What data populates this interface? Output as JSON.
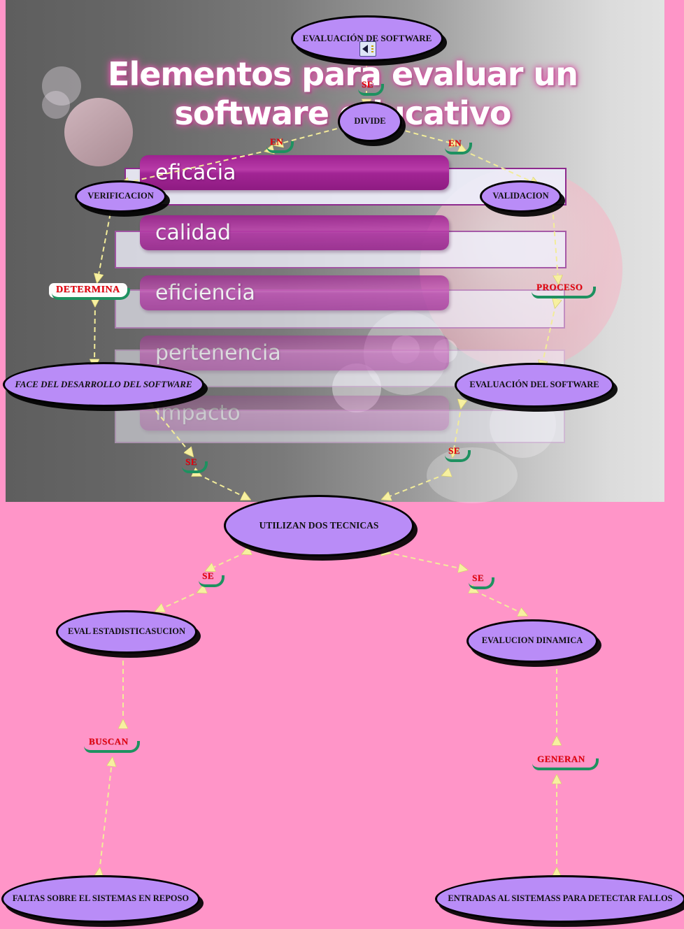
{
  "page": {
    "title": "Elementos para evaluar un software educativo",
    "background_pink": "#FF95C8",
    "background_gray_left": "#5e5e5e",
    "background_gray_right": "#e2e2e2",
    "ellipse_fill": "#B98CF7",
    "bar_fill": "#9E1F8E",
    "label_color": "#E8000D",
    "swoosh_color": "#1e9160"
  },
  "root_node": {
    "label": "EVALUACIÓN DE SOFTWARE",
    "icon": "speaker-icon"
  },
  "nodes": [
    {
      "id": "divide",
      "label": "DIVIDE"
    },
    {
      "id": "verificacion",
      "label": "VERIFICACION"
    },
    {
      "id": "validacion",
      "label": "VALIDACION"
    },
    {
      "id": "face",
      "label": "FACE DEL DESARROLLO DEL SOFTWARE"
    },
    {
      "id": "evaluacion",
      "label": "EVALUACIÓN DEL SOFTWARE"
    },
    {
      "id": "utilizan",
      "label": "UTILIZAN DOS TECNICAS"
    },
    {
      "id": "estadistica",
      "label": "EVAL ESTADISTICASUCION"
    },
    {
      "id": "dinamica",
      "label": "EVALUCION DINAMICA"
    },
    {
      "id": "faltas",
      "label": "FALTAS SOBRE EL SISTEMAS EN REPOSO"
    },
    {
      "id": "entradas",
      "label": "ENTRADAS AL SISTEMASS PARA DETECTAR FALLOS"
    }
  ],
  "connectors": [
    {
      "id": "se-top",
      "label": "SE"
    },
    {
      "id": "en-left",
      "label": "EN"
    },
    {
      "id": "en-right",
      "label": "EN"
    },
    {
      "id": "determina",
      "label": "DETERMINA"
    },
    {
      "id": "proceso",
      "label": "PROCESO"
    },
    {
      "id": "se-left",
      "label": "SE"
    },
    {
      "id": "se-right",
      "label": "SE"
    },
    {
      "id": "se-bl",
      "label": "SE"
    },
    {
      "id": "se-br",
      "label": "SE"
    },
    {
      "id": "buscan",
      "label": "BUSCAN"
    },
    {
      "id": "generan",
      "label": "GENERAN"
    }
  ],
  "criteria_bars": [
    {
      "label": "eficacia",
      "opacity": 1.0
    },
    {
      "label": "calidad",
      "opacity": 0.88
    },
    {
      "label": "eficiencia",
      "opacity": 0.74
    },
    {
      "label": "pertenencia",
      "opacity": 0.52
    },
    {
      "label": "impacto",
      "opacity": 0.3
    }
  ]
}
